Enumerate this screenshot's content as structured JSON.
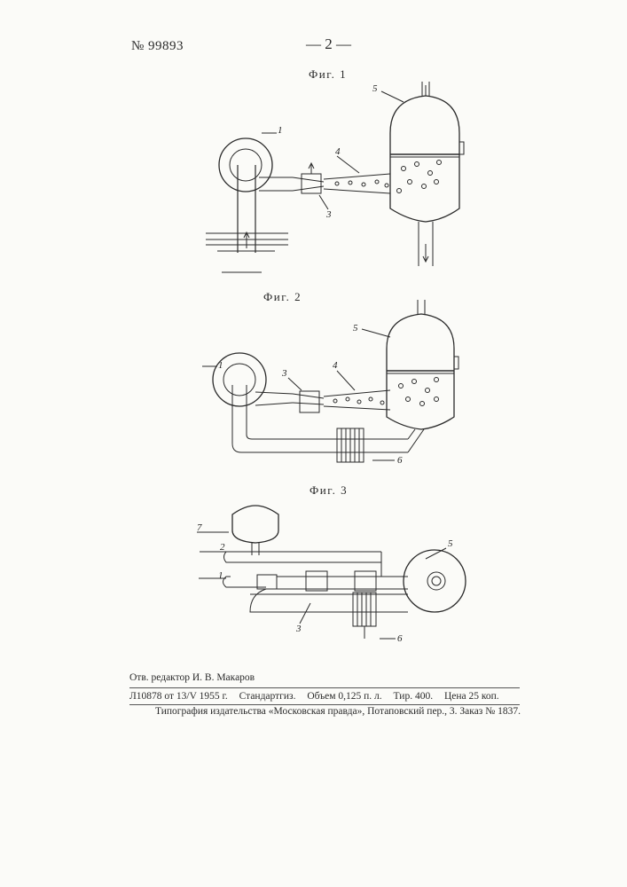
{
  "header": {
    "patent_number": "№ 99893",
    "page_number": "— 2 —"
  },
  "figures": [
    {
      "caption": "Фиг. 1",
      "labels": [
        "1",
        "3",
        "4",
        "5"
      ]
    },
    {
      "caption": "Фиг. 2",
      "labels": [
        "1",
        "3",
        "4",
        "5",
        "6"
      ]
    },
    {
      "caption": "Фиг. 3",
      "labels": [
        "1",
        "2",
        "3",
        "5",
        "6",
        "7"
      ]
    }
  ],
  "colophon": {
    "editor": "Отв. редактор И. В. Макаров",
    "permit": "Л10878 от 13/V 1955 г.",
    "publisher": "Стандартгиз.",
    "volume": "Объем 0,125 п. л.",
    "circulation": "Тир. 400.",
    "price": "Цена 25 коп.",
    "printer": "Типография издательства «Московская правда», Потаповский пер., 3. Заказ № 1837."
  }
}
